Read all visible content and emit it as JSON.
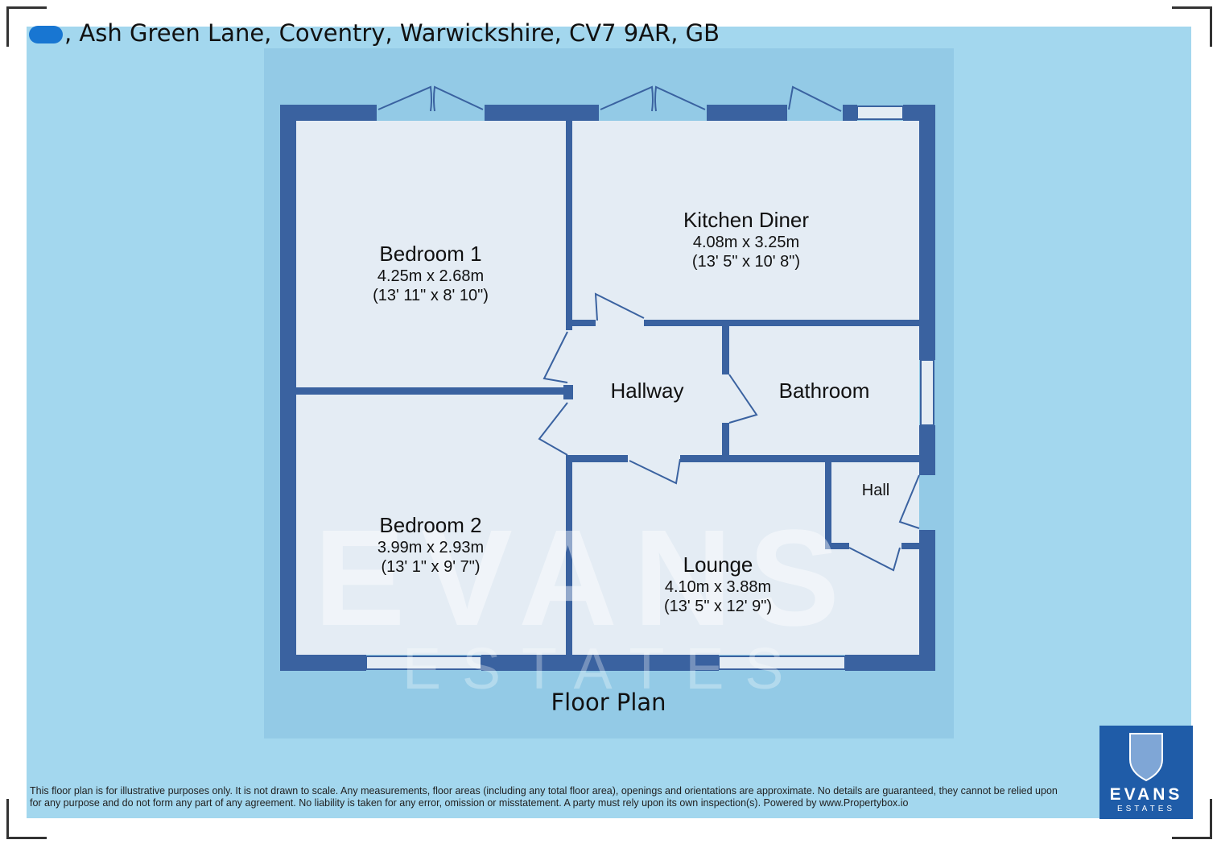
{
  "header": {
    "address": ", Ash Green Lane, Coventry, Warwickshire, CV7 9AR, GB"
  },
  "rooms": [
    {
      "name": "Bedroom 1",
      "metric": "4.25m x 2.68m",
      "imperial": "(13' 11\" x 8' 10\")"
    },
    {
      "name": "Kitchen Diner",
      "metric": "4.08m x 3.25m",
      "imperial": "(13' 5\" x 10' 8\")"
    },
    {
      "name": "Hallway"
    },
    {
      "name": "Bathroom"
    },
    {
      "name": "Hall"
    },
    {
      "name": "Bedroom 2",
      "metric": "3.99m x 2.93m",
      "imperial": "(13' 1\" x 9' 7\")"
    },
    {
      "name": "Lounge",
      "metric": "4.10m x 3.88m",
      "imperial": "(13' 5\" x 12' 9\")"
    }
  ],
  "floor_label": "Floor Plan",
  "watermark": {
    "line1": "EVANS",
    "line2": "ESTATES"
  },
  "logo": {
    "line1": "EVANS",
    "line2": "ESTATES"
  },
  "disclaimer": "This floor plan is for illustrative purposes only. It is not drawn to scale. Any measurements, floor areas (including any total floor area), openings and orientations are approximate. No details are guaranteed, they cannot be relied upon for any purpose and do not form any part of any agreement. No liability is taken for any error, omission or misstatement. A party must rely upon its own inspection(s). Powered by www.Propertybox.io",
  "colors": {
    "wall": "#3a62a0",
    "room": "#e4ecf4",
    "background": "#a3d7ee",
    "panel": "#93cae6",
    "logo": "#1f5ca8"
  }
}
